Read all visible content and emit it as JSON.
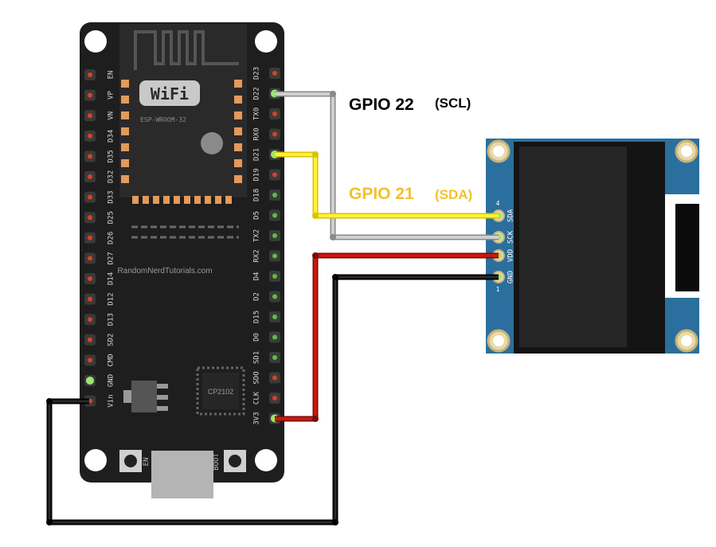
{
  "board": {
    "left_pins": [
      "EN",
      "VP",
      "VN",
      "D34",
      "D35",
      "D32",
      "D33",
      "D25",
      "D26",
      "D27",
      "D14",
      "D12",
      "D13",
      "SD2",
      "CMD",
      "GND",
      "Vin"
    ],
    "right_pins": [
      "D23",
      "D22",
      "TX0",
      "RX0",
      "D21",
      "D19",
      "D18",
      "D5",
      "TX2",
      "RX2",
      "D4",
      "D2",
      "D15",
      "D0",
      "SD1",
      "SDO",
      "CLK",
      "3V3"
    ],
    "wifi_text": "WiFi",
    "module_name": "ESP-WROOM-32",
    "website": "RandomNerdTutorials.com",
    "chip_name": "CP2102",
    "en_button": "EN",
    "boot_button": "BOOT"
  },
  "oled": {
    "pins": [
      "SDA",
      "SCK",
      "VDD",
      "GND"
    ],
    "pin_number_top": "4",
    "pin_number_bottom": "1"
  },
  "labels": {
    "scl_gpio": "GPIO 22",
    "scl_name": "(SCL)",
    "sda_gpio": "GPIO 21",
    "sda_name": "(SDA)"
  },
  "colors": {
    "board": "#1e1e1e",
    "oled_pcb": "#2a6f9e",
    "sda_wire": "#f0e020",
    "scl_wire": "#c8c8c8",
    "vcc_wire": "#c0180f",
    "gnd_wire": "#111111",
    "sda_label": "#f2c12e"
  }
}
